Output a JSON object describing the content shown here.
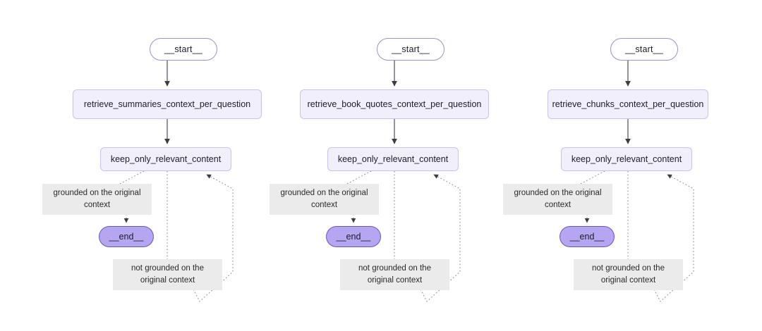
{
  "diagram": {
    "type": "flowchart",
    "background_color": "#ffffff",
    "orientation": "top-to-bottom",
    "columns_count": 3,
    "palette": {
      "process_fill": "#f1effb",
      "process_border": "#c9c2ec",
      "start_fill": "#ffffff",
      "start_border": "#9b93c4",
      "end_fill": "#b6a6f2",
      "end_border": "#6a55c8",
      "label_fill": "#ebebeb",
      "edge_solid": "#5a5a66",
      "edge_dotted": "#8a8a96",
      "text": "#1c1c28"
    },
    "columns": [
      {
        "id": "summaries",
        "start_label": "__start__",
        "retrieve_label": "retrieve_summaries_context_per_question",
        "keep_label": "keep_only_relevant_content",
        "grounded_label": "grounded on the original context",
        "not_grounded_label": "not grounded on the original context",
        "end_label": "__end__"
      },
      {
        "id": "book_quotes",
        "start_label": "__start__",
        "retrieve_label": "retrieve_book_quotes_context_per_question",
        "keep_label": "keep_only_relevant_content",
        "grounded_label": "grounded on the original context",
        "not_grounded_label": "not grounded on the original context",
        "end_label": "__end__"
      },
      {
        "id": "chunks",
        "start_label": "__start__",
        "retrieve_label": "retrieve_chunks_context_per_question",
        "keep_label": "keep_only_relevant_content",
        "grounded_label": "grounded on the original context",
        "not_grounded_label": "not grounded on the original context",
        "end_label": "__end__"
      }
    ],
    "edges": [
      {
        "from": "__start__",
        "to": "retrieve_*_context_per_question",
        "style": "solid",
        "arrow": true
      },
      {
        "from": "retrieve_*_context_per_question",
        "to": "keep_only_relevant_content",
        "style": "solid",
        "arrow": true
      },
      {
        "from": "keep_only_relevant_content",
        "to": "grounded on the original context",
        "style": "dotted",
        "arrow": false
      },
      {
        "from": "grounded on the original context",
        "to": "__end__",
        "style": "dotted",
        "arrow": true
      },
      {
        "from": "keep_only_relevant_content",
        "to": "not grounded on the original context",
        "style": "dotted",
        "arrow": false
      },
      {
        "from": "not grounded on the original context",
        "to": "keep_only_relevant_content",
        "style": "dotted",
        "arrow": true
      }
    ]
  }
}
